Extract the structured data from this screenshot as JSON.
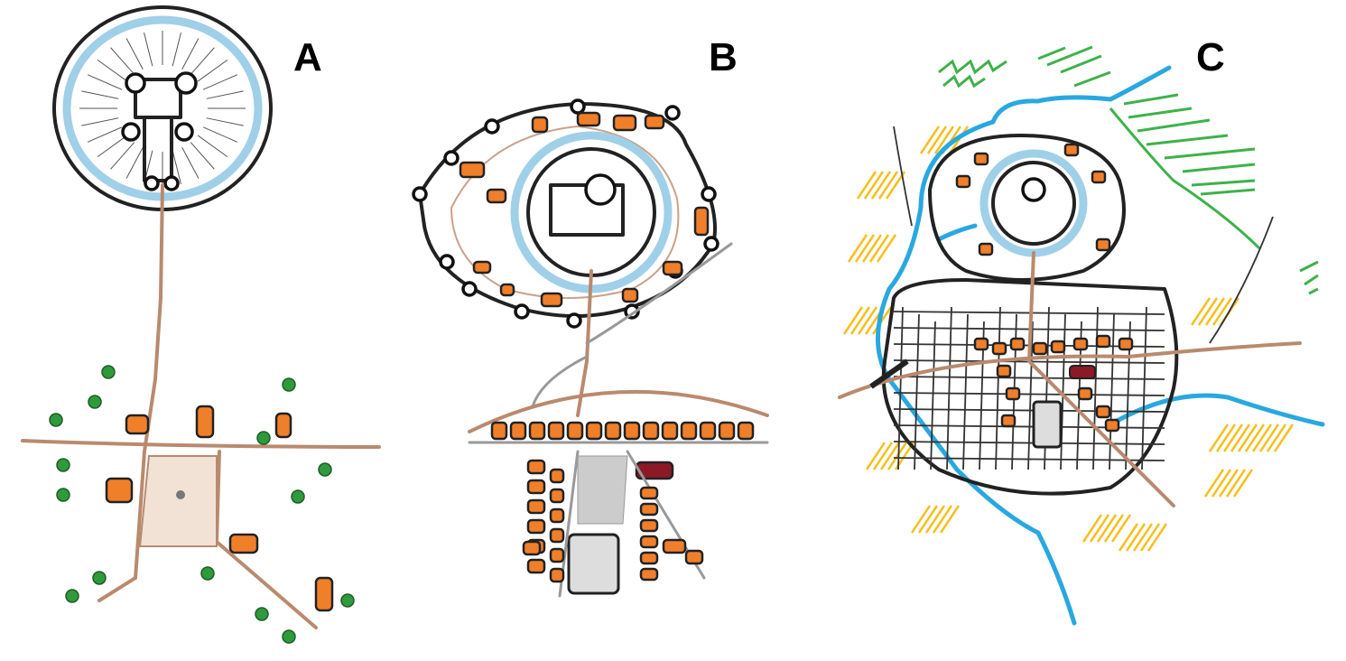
{
  "panels": [
    {
      "label": "A"
    },
    {
      "label": "B"
    },
    {
      "label": "C"
    }
  ],
  "colors": {
    "road": "#b98a6e",
    "moat": "#9fd0e8",
    "river": "#29a8e0",
    "house": "#f07f2a",
    "bush": "#2f9a3c",
    "field": "#f5c021",
    "forest": "#3db24a",
    "wall": "#222222"
  }
}
